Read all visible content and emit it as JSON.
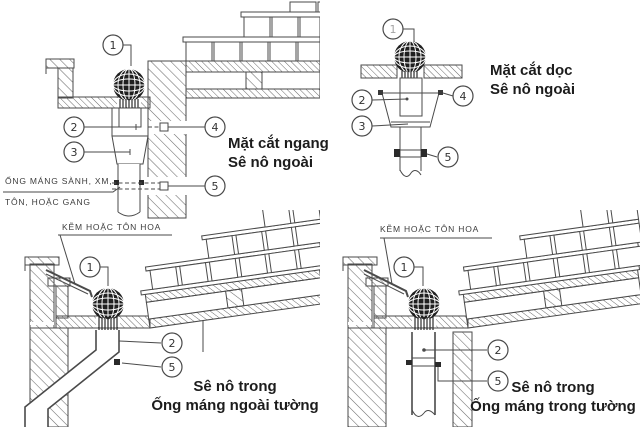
{
  "page": {
    "background": "#ffffff"
  },
  "colors": {
    "line": "#4a4a4a",
    "hatch": "#6b6b6b",
    "title_text": "#1c1c1c",
    "note_text": "#3d3d3d",
    "strainer_ball": "#1f1f1f"
  },
  "drawings": {
    "top_left": {
      "title_line1": "Mặt cắt ngang",
      "title_line2": "Sê nô ngoài",
      "note_line1": "ỐNG MÁNG SÀNH, XM,",
      "note_line2": "TÔN, HOẶC GANG",
      "callout_1": "1",
      "callout_2": "2",
      "callout_3": "3",
      "callout_4": "4",
      "callout_5": "5"
    },
    "top_right": {
      "title_line1": "Mặt cắt dọc",
      "title_line2": "Sê nô ngoài",
      "callout_1": "1",
      "callout_2": "2",
      "callout_3": "3",
      "callout_4": "4",
      "callout_5": "5"
    },
    "bottom_left": {
      "note": "KẼM HOẶC TÔN HOA",
      "title_line1": "Sê nô trong",
      "title_line2": "Ống máng ngoài tường",
      "callout_1": "1",
      "callout_2": "2",
      "callout_5": "5"
    },
    "bottom_right": {
      "note": "KẼM HOẶC TÔN HOA",
      "title_line1": "Sê nô trong",
      "title_line2": "Ống máng trong tường",
      "callout_1": "1",
      "callout_2": "2",
      "callout_5": "5"
    }
  }
}
